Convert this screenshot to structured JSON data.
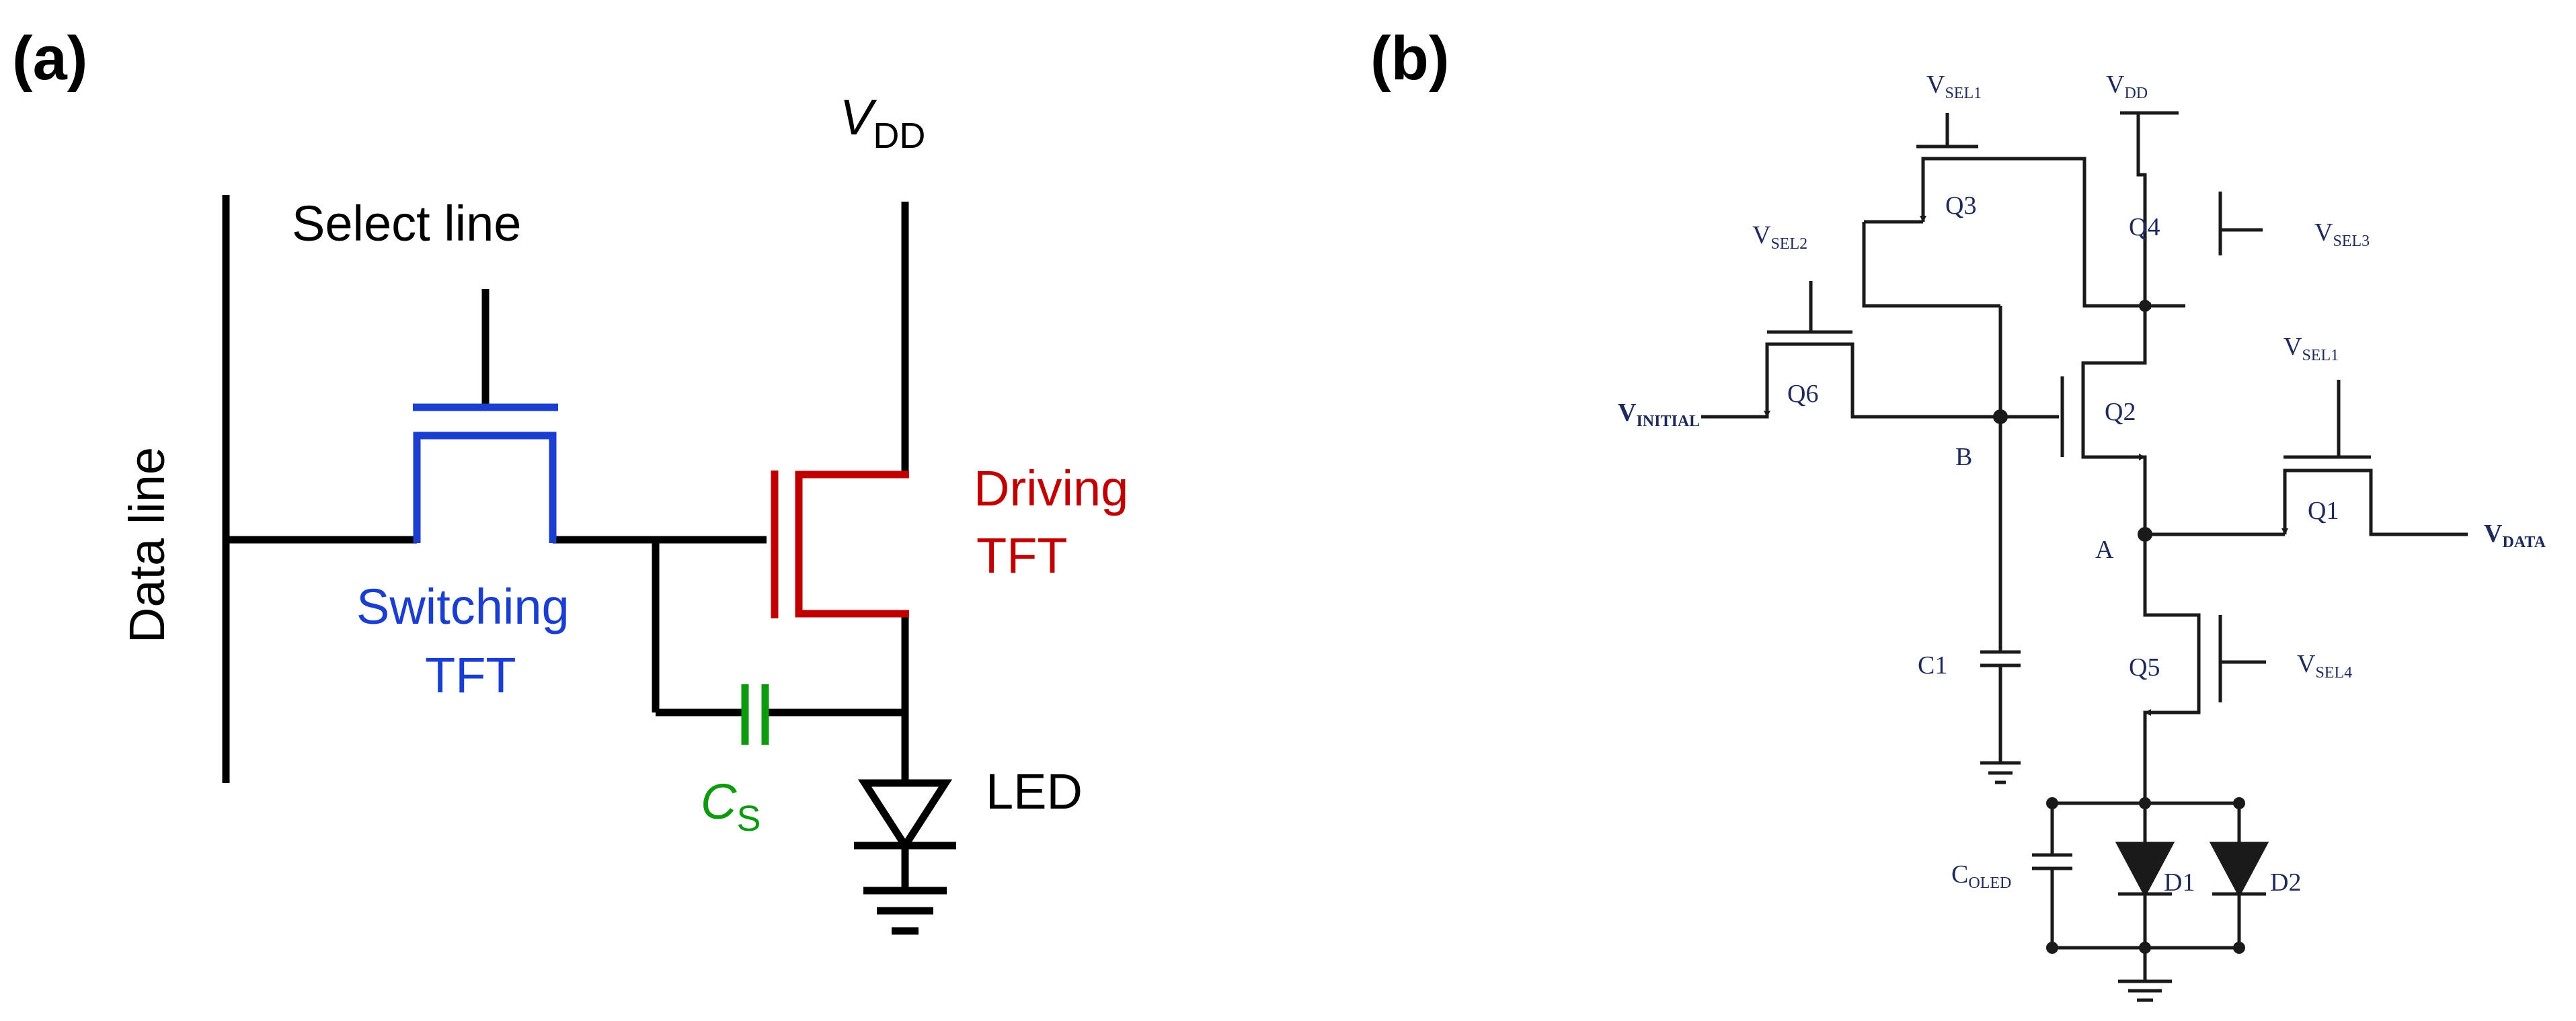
{
  "colors": {
    "wire_a": "#000000",
    "switching": "#1a3fd0",
    "driving": "#c00000",
    "capacitor": "#0e9a0e",
    "wire_b": "#1a1a1a",
    "text_b": "#1f2a5c"
  },
  "panel_a": {
    "panel_label": "(a)",
    "vdd": {
      "main": "V",
      "sub": "DD"
    },
    "select_line": "Select line",
    "data_line": "Data line",
    "switching_tft": {
      "line1": "Switching",
      "line2": "TFT"
    },
    "driving_tft": {
      "line1": "Driving",
      "line2": "TFT"
    },
    "cs": {
      "main": "C",
      "sub": "S"
    },
    "led": "LED"
  },
  "panel_b": {
    "panel_label": "(b)",
    "vsel1_top": {
      "main": "V",
      "sub": "SEL1"
    },
    "vdd": {
      "main": "V",
      "sub": "DD"
    },
    "vsel2": {
      "main": "V",
      "sub": "SEL2"
    },
    "vsel3": {
      "main": "V",
      "sub": "SEL3"
    },
    "vsel1_right": {
      "main": "V",
      "sub": "SEL1"
    },
    "vinitial": {
      "main": "V",
      "sub": "INITIAL"
    },
    "vdata": {
      "main": "V",
      "sub": "DATA"
    },
    "vsel4": {
      "main": "V",
      "sub": "SEL4"
    },
    "coled": {
      "main": "C",
      "sub": "OLED"
    },
    "q1": "Q1",
    "q2": "Q2",
    "q3": "Q3",
    "q4": "Q4",
    "q5": "Q5",
    "q6": "Q6",
    "node_a": "A",
    "node_b": "B",
    "c1": "C1",
    "d1": "D1",
    "d2": "D2"
  }
}
